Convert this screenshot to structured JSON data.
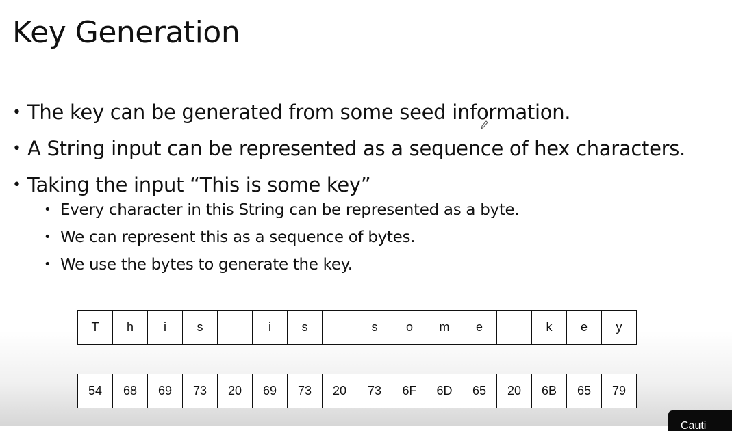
{
  "slide": {
    "title": "Key Generation",
    "bullets": [
      "The key can be generated from some seed information.",
      "A String input can be represented as a sequence of hex characters.",
      "Taking the input “This is some key”"
    ],
    "sub_bullets": [
      "Every character in this String can be represented as a byte.",
      "We can represent this as a sequence of bytes.",
      "We use the bytes to generate the key."
    ],
    "char_row": [
      "T",
      "h",
      "i",
      "s",
      "",
      "i",
      "s",
      "",
      "s",
      "o",
      "m",
      "e",
      "",
      "k",
      "e",
      "y"
    ],
    "hex_row": [
      "54",
      "68",
      "69",
      "73",
      "20",
      "69",
      "73",
      "20",
      "73",
      "6F",
      "6D",
      "65",
      "20",
      "6B",
      "65",
      "79"
    ]
  },
  "overlay": {
    "caption_button_label": "Cauti"
  }
}
